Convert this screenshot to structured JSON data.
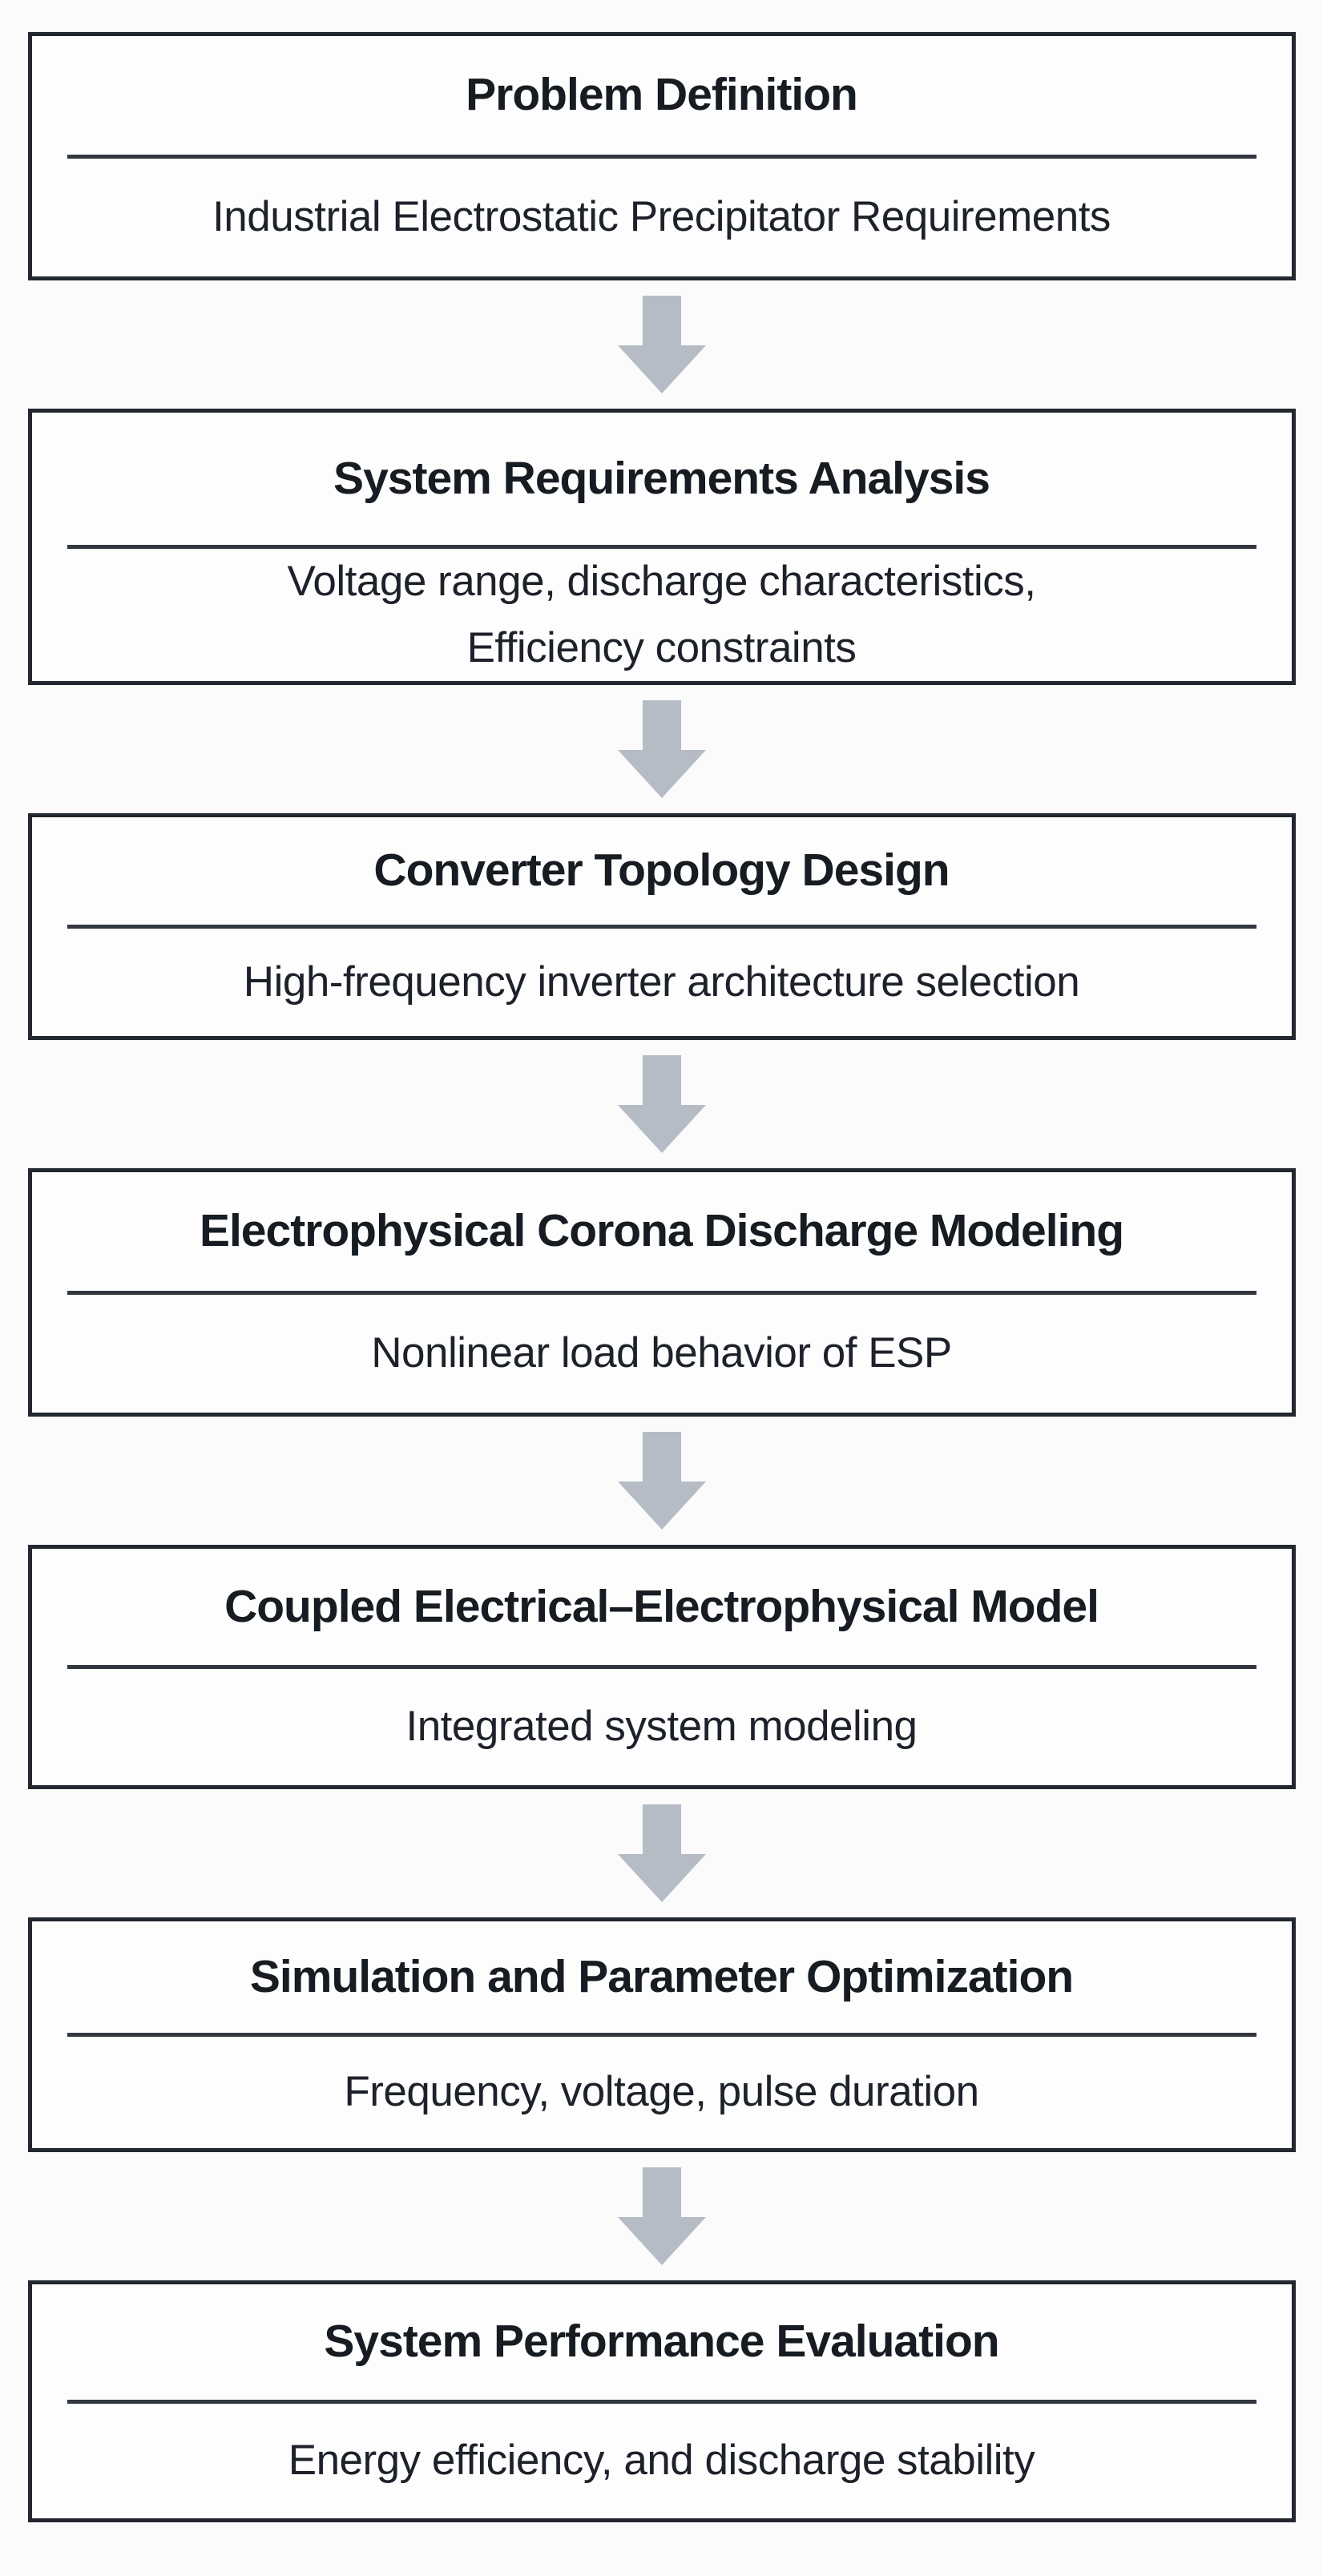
{
  "diagram": {
    "type": "flowchart",
    "direction": "top-down",
    "connector": "down-block-arrow",
    "steps": [
      {
        "title": "Problem Definition",
        "subtitle": "Industrial Electrostatic Precipitator Requirements"
      },
      {
        "title": "System Requirements Analysis",
        "subtitle": "Voltage range, discharge characteristics,\nEfficiency constraints"
      },
      {
        "title": "Converter Topology Design",
        "subtitle": "High-frequency inverter architecture selection"
      },
      {
        "title": "Electrophysical Corona Discharge Modeling",
        "subtitle": "Nonlinear load behavior of ESP"
      },
      {
        "title": "Coupled Electrical–Electrophysical Model",
        "subtitle": "Integrated system modeling"
      },
      {
        "title": "Simulation and Parameter Optimization",
        "subtitle": "Frequency, voltage, pulse duration"
      },
      {
        "title": "System Performance Evaluation",
        "subtitle": "Energy efficiency, and discharge stability"
      }
    ]
  },
  "colors": {
    "box_border": "#23272f",
    "divider": "#33373f",
    "title_text": "#171b22",
    "subtitle_text": "#1d212a",
    "arrow": "#b6bcc5",
    "box_bg": "#fdfdfd",
    "page_bg": "#fbfbfb"
  }
}
